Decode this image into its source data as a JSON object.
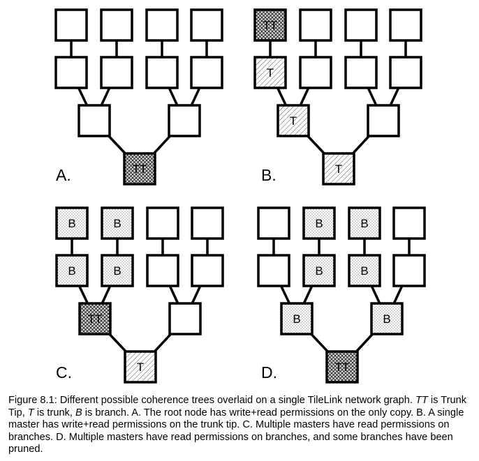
{
  "panels": [
    {
      "id": "A",
      "label": "A.",
      "nodes": [
        {
          "id": "l1",
          "state": "none",
          "text": ""
        },
        {
          "id": "l2",
          "state": "none",
          "text": ""
        },
        {
          "id": "l3",
          "state": "none",
          "text": ""
        },
        {
          "id": "l4",
          "state": "none",
          "text": ""
        },
        {
          "id": "m1",
          "state": "none",
          "text": ""
        },
        {
          "id": "m2",
          "state": "none",
          "text": ""
        },
        {
          "id": "m3",
          "state": "none",
          "text": ""
        },
        {
          "id": "m4",
          "state": "none",
          "text": ""
        },
        {
          "id": "b1",
          "state": "none",
          "text": ""
        },
        {
          "id": "b2",
          "state": "none",
          "text": ""
        },
        {
          "id": "root",
          "state": "trunk-tip",
          "text": "TT"
        }
      ]
    },
    {
      "id": "B",
      "label": "B.",
      "nodes": [
        {
          "id": "l1",
          "state": "trunk-tip",
          "text": "TT"
        },
        {
          "id": "l2",
          "state": "none",
          "text": ""
        },
        {
          "id": "l3",
          "state": "none",
          "text": ""
        },
        {
          "id": "l4",
          "state": "none",
          "text": ""
        },
        {
          "id": "m1",
          "state": "trunk",
          "text": "T"
        },
        {
          "id": "m2",
          "state": "none",
          "text": ""
        },
        {
          "id": "m3",
          "state": "none",
          "text": ""
        },
        {
          "id": "m4",
          "state": "none",
          "text": ""
        },
        {
          "id": "b1",
          "state": "trunk",
          "text": "T"
        },
        {
          "id": "b2",
          "state": "none",
          "text": ""
        },
        {
          "id": "root",
          "state": "trunk",
          "text": "T"
        }
      ]
    },
    {
      "id": "C",
      "label": "C.",
      "nodes": [
        {
          "id": "l1",
          "state": "branch",
          "text": "B"
        },
        {
          "id": "l2",
          "state": "branch",
          "text": "B"
        },
        {
          "id": "l3",
          "state": "none",
          "text": ""
        },
        {
          "id": "l4",
          "state": "none",
          "text": ""
        },
        {
          "id": "m1",
          "state": "branch",
          "text": "B"
        },
        {
          "id": "m2",
          "state": "branch",
          "text": "B"
        },
        {
          "id": "m3",
          "state": "none",
          "text": ""
        },
        {
          "id": "m4",
          "state": "none",
          "text": ""
        },
        {
          "id": "b1",
          "state": "trunk-tip",
          "text": "TT"
        },
        {
          "id": "b2",
          "state": "none",
          "text": ""
        },
        {
          "id": "root",
          "state": "trunk",
          "text": "T"
        }
      ]
    },
    {
      "id": "D",
      "label": "D.",
      "nodes": [
        {
          "id": "l1",
          "state": "none",
          "text": ""
        },
        {
          "id": "l2",
          "state": "branch",
          "text": "B"
        },
        {
          "id": "l3",
          "state": "branch",
          "text": "B"
        },
        {
          "id": "l4",
          "state": "none",
          "text": ""
        },
        {
          "id": "m1",
          "state": "none",
          "text": ""
        },
        {
          "id": "m2",
          "state": "branch",
          "text": "B"
        },
        {
          "id": "m3",
          "state": "branch",
          "text": "B"
        },
        {
          "id": "m4",
          "state": "none",
          "text": ""
        },
        {
          "id": "b1",
          "state": "branch",
          "text": "B"
        },
        {
          "id": "b2",
          "state": "branch",
          "text": "B"
        },
        {
          "id": "root",
          "state": "trunk-tip",
          "text": "TT"
        }
      ]
    }
  ],
  "edges": [
    [
      "l1",
      "m1"
    ],
    [
      "l2",
      "m2"
    ],
    [
      "l3",
      "m3"
    ],
    [
      "l4",
      "m4"
    ],
    [
      "m1",
      "b1"
    ],
    [
      "m2",
      "b1"
    ],
    [
      "m3",
      "b2"
    ],
    [
      "m4",
      "b2"
    ],
    [
      "b1",
      "root"
    ],
    [
      "b2",
      "root"
    ]
  ],
  "caption": {
    "figure_number": "Figure 8.1:",
    "p1": " Different possible coherence trees overlaid on a single TileLink network graph. ",
    "tt": "TT",
    "p2": " is Trunk Tip, ",
    "t": "T",
    "p3": " is trunk, ",
    "b": "B",
    "p4": " is branch. A. The root node has write+read permissions on the only copy. B. A single master has write+read permissions on the trunk tip. C. Multiple masters have read permissions on branches. D. Multiple masters have read permissions on branches, and some branches have been pruned."
  }
}
